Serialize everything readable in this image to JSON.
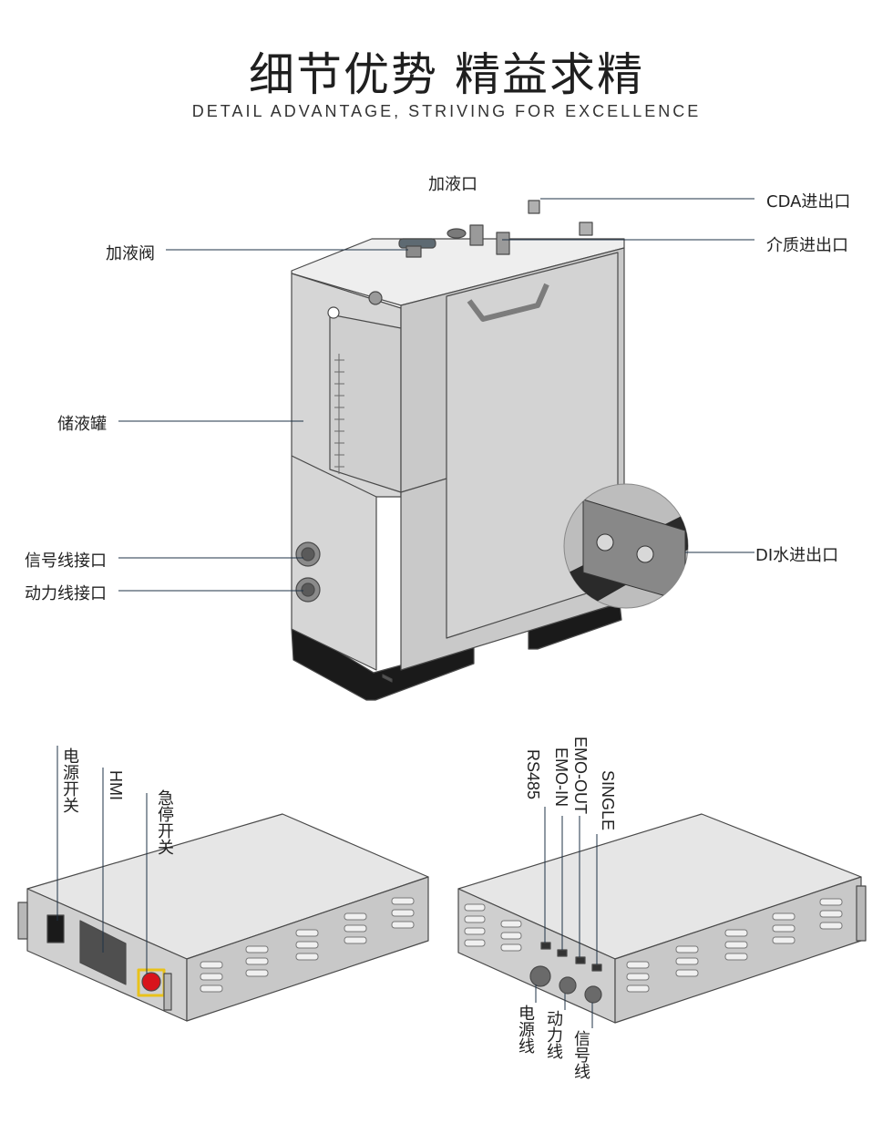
{
  "header": {
    "title_cn": "细节优势 精益求精",
    "title_en": "DETAIL ADVANTAGE, STRIVING FOR EXCELLENCE"
  },
  "main_unit_labels": {
    "fill_port": "加液口",
    "cda_port": "CDA进出口",
    "fill_valve": "加液阀",
    "medium_port": "介质进出口",
    "reservoir": "储液罐",
    "signal_connector": "信号线接口",
    "power_connector": "动力线接口",
    "di_water_port": "DI水进出口"
  },
  "front_panel_labels": {
    "power_switch": "电源开关",
    "hmi": "HMI",
    "emergency_stop": "急停开关"
  },
  "rear_panel_labels": {
    "rs485": "RS485",
    "emo_in": "EMO-IN",
    "emo_out": "EMO-OUT",
    "single": "SINGLE",
    "power_cable": "电源线",
    "motor_cable": "动力线",
    "signal_cable": "信号线"
  },
  "colors": {
    "panel_gray": "#d4d4d4",
    "panel_dark": "#bcbcbc",
    "outline": "#4a4a4a",
    "leader_line": "#1f3347",
    "base_black": "#1a1a1a",
    "estop_red": "#d8141c",
    "estop_yellow": "#e9c21a"
  }
}
